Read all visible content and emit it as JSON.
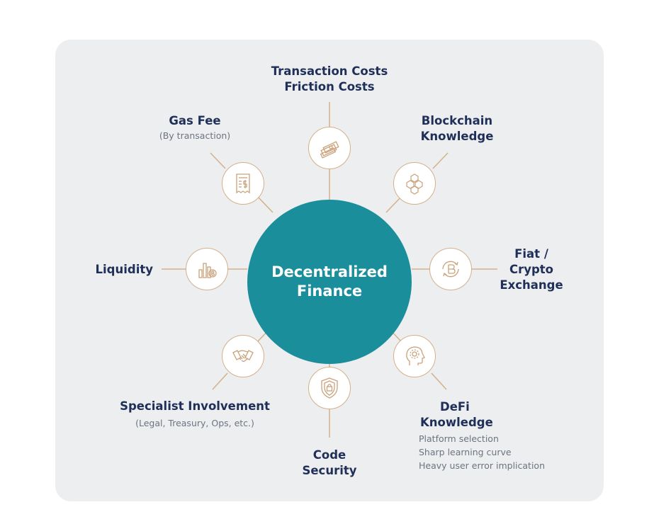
{
  "hub": {
    "title": "Decentralized Finance"
  },
  "nodes": {
    "transaction": {
      "title_line1": "Transaction Costs",
      "title_line2": "Friction Costs",
      "icon": "money-stack-icon"
    },
    "blockchain": {
      "title_line1": "Blockchain",
      "title_line2": "Knowledge",
      "icon": "cubes-icon"
    },
    "fiat": {
      "title_line1": "Fiat /",
      "title_line2": "Crypto",
      "title_line3": "Exchange",
      "icon": "bitcoin-exchange-icon"
    },
    "defi": {
      "title_line1": "DeFi",
      "title_line2": "Knowledge",
      "details": [
        "Platform selection",
        "Sharp learning curve",
        "Heavy user error implication"
      ],
      "icon": "head-gear-icon"
    },
    "code": {
      "title_line1": "Code",
      "title_line2": "Security",
      "icon": "shield-lock-icon"
    },
    "specialist": {
      "title": "Specialist Involvement",
      "subtitle": "(Legal, Treasury, Ops, etc.)",
      "icon": "handshake-icon"
    },
    "liquidity": {
      "title": "Liquidity",
      "icon": "bar-chart-bitcoin-icon"
    },
    "gas": {
      "title": "Gas Fee",
      "subtitle": "(By transaction)",
      "icon": "receipt-icon"
    }
  },
  "colors": {
    "panel": "#eceef0",
    "hub": "#1b8e9c",
    "line": "#d4b08a",
    "label": "#1f2f57",
    "subtext": "#6d7480"
  }
}
